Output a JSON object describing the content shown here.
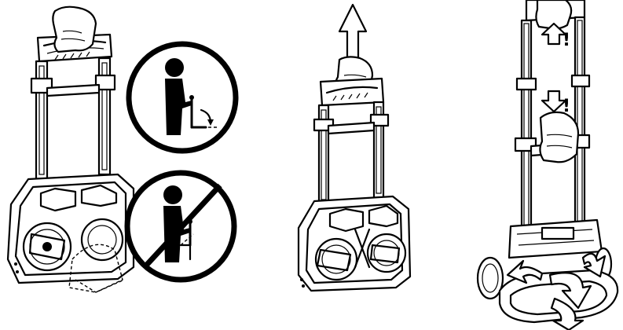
{
  "panels": [
    {
      "id": "panel-1",
      "content": "unfold-warning"
    },
    {
      "id": "panel-2",
      "content": "lift-handle"
    },
    {
      "id": "panel-3",
      "content": "extend-and-open"
    }
  ],
  "icons": {
    "correct_posture": "person-with-hand-truck-allowed-icon",
    "prohibited_posture": "person-with-hand-truck-prohibited-icon",
    "arrow_up": "arrow-up-icon",
    "warn_up": "arrow-up-warning-icon",
    "warn_down": "arrow-down-warning-icon"
  },
  "marks": {
    "warn_up": "!",
    "warn_down": "!"
  },
  "colors": {
    "line": "#000000",
    "background": "#ffffff"
  }
}
